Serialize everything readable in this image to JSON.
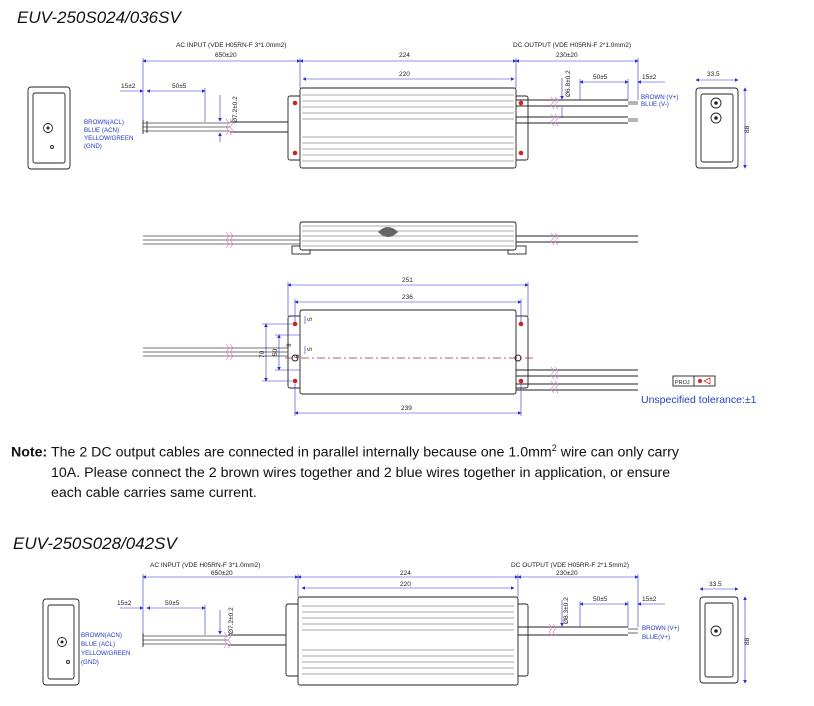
{
  "titles": {
    "top": "EUV-250S024/036SV",
    "bottom": "EUV-250S028/042SV"
  },
  "note": {
    "label": "Note:",
    "line1a": "The 2 DC output cables are connected in parallel internally because one 1.0mm",
    "line1sup": "2",
    "line1b": " wire can only carry",
    "line2": "10A.  Please connect the 2 brown wires together and 2 blue wires together in application, or ensure",
    "line3": "each cable carries same current."
  },
  "tolerance": "Unspecified tolerance:±1",
  "top_view": {
    "ac_input": "AC INPUT (VDE H05RN-F 3*1.0mm2)",
    "dc_output": "DC OUTPUT (VDE H05RN-F 2*1.0mm2)",
    "dim_650": "650±20",
    "dim_224": "224",
    "dim_220": "220",
    "dim_230": "230±20",
    "dim_15": "15±2",
    "dim_50": "50±5",
    "dim_d72": "Ø7.2±0.2",
    "dim_d68": "Ø6.8±0.2",
    "dim_50r": "50±5",
    "dim_15r": "15±2",
    "dim_335": "33.5",
    "dim_88": "88",
    "ac_brown": "BROWN(ACL)",
    "ac_blue": "BLUE (ACN)",
    "ac_yg": "YELLOW/GREEN",
    "ac_gnd": "(GND)",
    "dc_brown": "BROWN (V+)",
    "dc_blue": "BLUE (V-)"
  },
  "bottom_view": {
    "dim_251": "251",
    "dim_236": "236",
    "dim_239": "239",
    "dim_70": "70",
    "dim_50": "50",
    "dim_5a": "5",
    "dim_5b": "5",
    "dim_5c": "5",
    "dim_9": "9",
    "mark": "PROJ"
  },
  "lower_view": {
    "ac_input": "AC INPUT  (VDE H05RN-F 3*1.0mm2)",
    "dc_output": "DC OUTPUT (VDE H05RR-F  2*1.5mm2)",
    "dim_650": "650±20",
    "dim_224": "224",
    "dim_220": "220",
    "dim_230": "230±20",
    "dim_15": "15±2",
    "dim_50": "50±5",
    "dim_d72": "Ø7.2±0.2",
    "dim_d83": "Ø8.3±0.2",
    "dim_50r": "50±5",
    "dim_15r": "15±2",
    "dim_335": "33.5",
    "dim_88": "88",
    "ac_brown": "BROWN(ACN)",
    "ac_blue": "BLUE (ACL)",
    "ac_yg": "YELLOW/GREEN",
    "ac_gnd": "(GND)",
    "dc_brown": "BROWN (V+)",
    "dc_blue": "BLUE(V+)"
  }
}
